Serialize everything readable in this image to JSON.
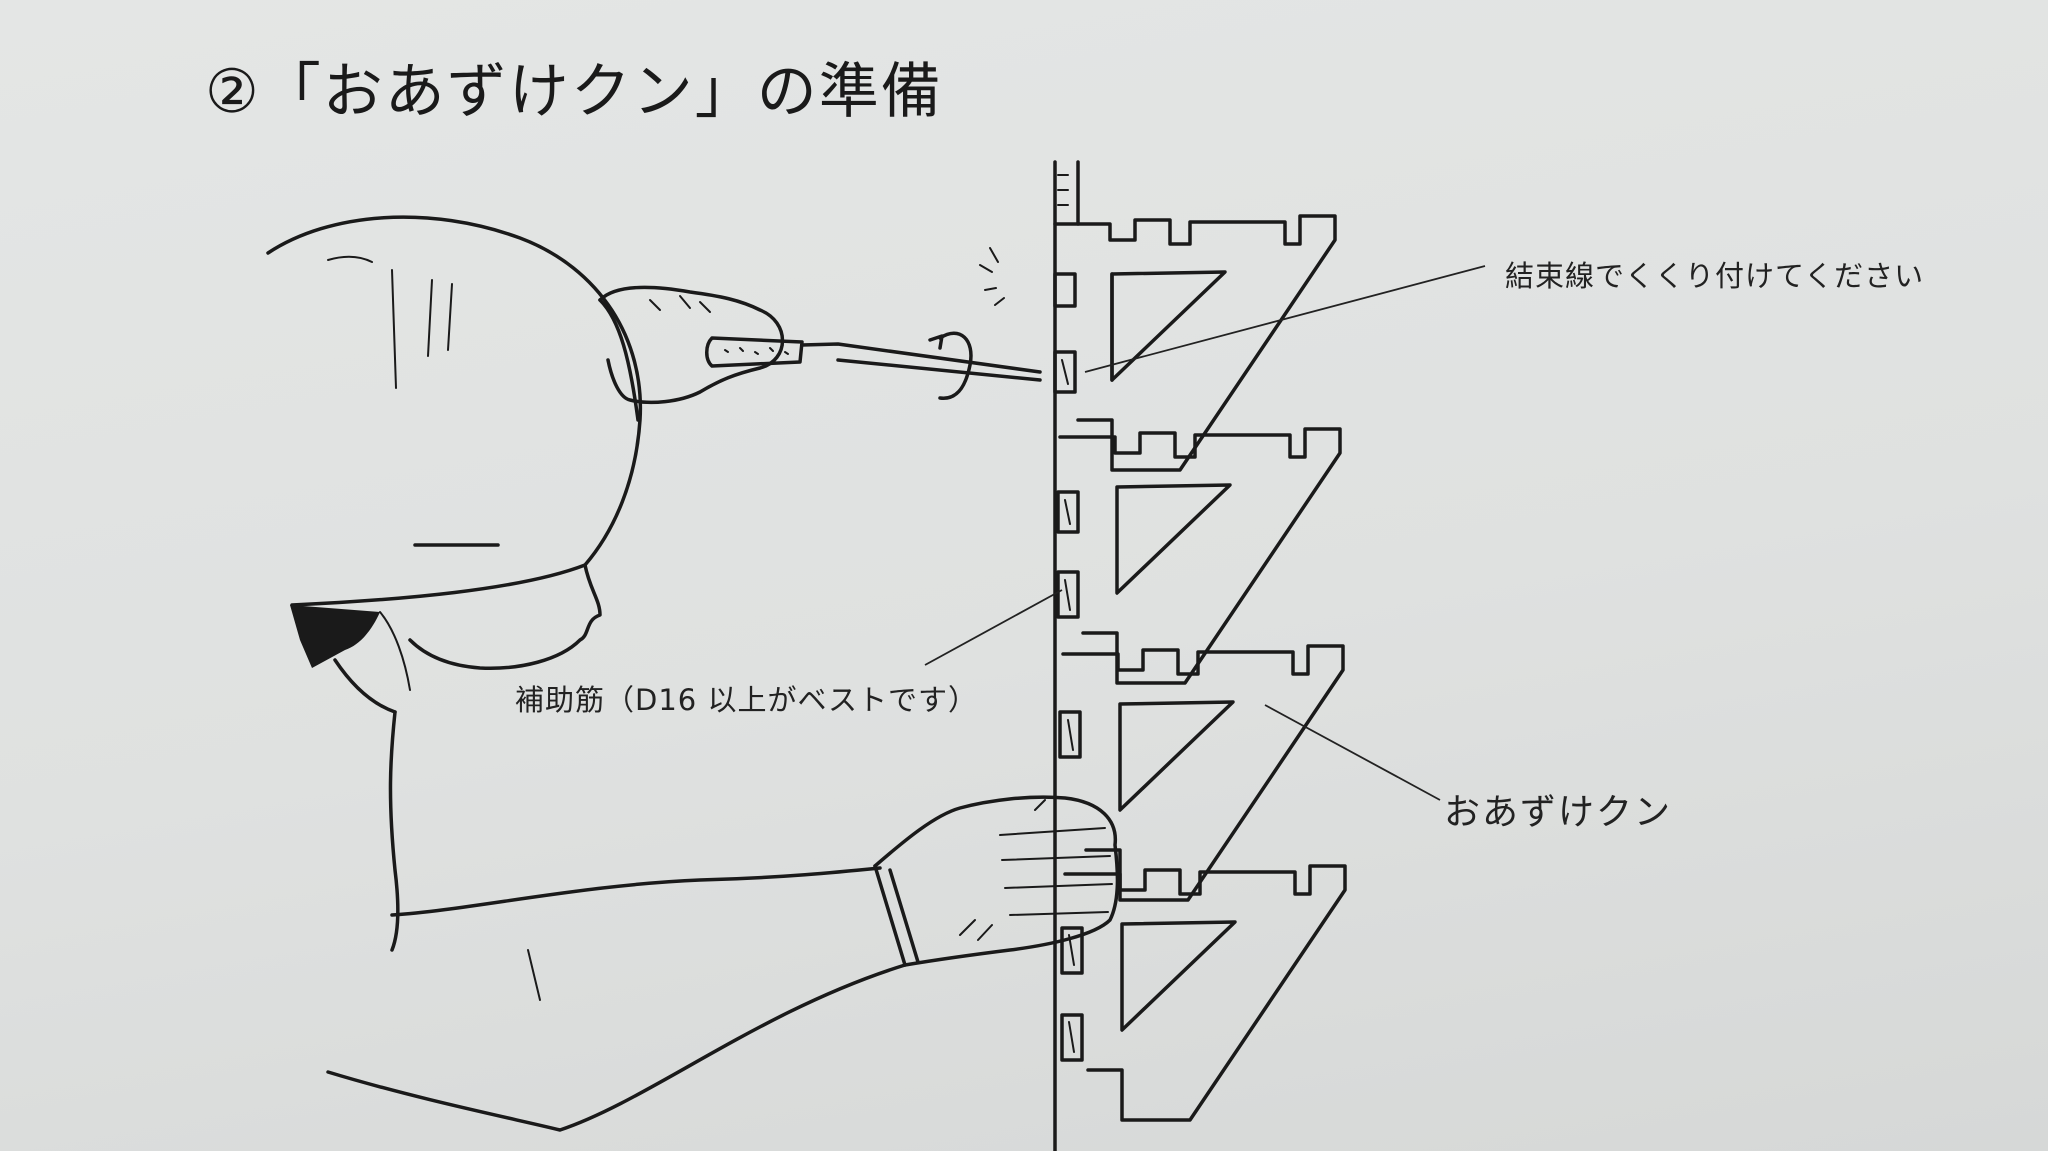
{
  "document": {
    "title": "②「おあずけクン」の準備",
    "callouts": {
      "tie_wire": "結束線でくくり付けてください",
      "rebar": "補助筋（D16 以上がベストです）",
      "product": "おあずけクン"
    }
  }
}
